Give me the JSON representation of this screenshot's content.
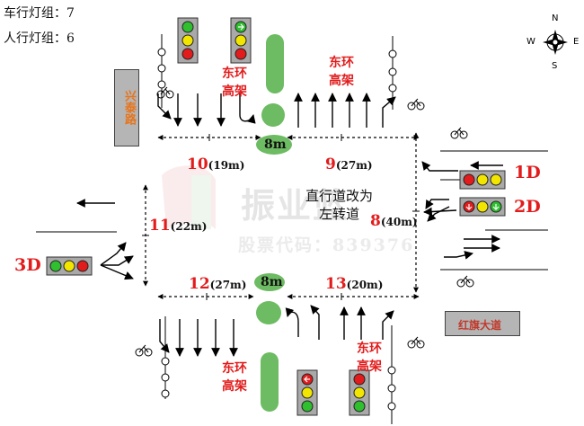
{
  "info": {
    "vehicle_groups": "车行灯组：7",
    "ped_groups": "人行灯组：6"
  },
  "roads": {
    "west": "兴泰路",
    "east": "红旗大道"
  },
  "ramp_label": "东环\n高架",
  "signal_groups": {
    "g1": "1D",
    "g2": "2D",
    "g3": "3D"
  },
  "crossings": [
    {
      "num": "10",
      "len": "(19m)"
    },
    {
      "num": "9",
      "len": "(27m)"
    },
    {
      "num": "11",
      "len": "(22m)"
    },
    {
      "num": "8",
      "len": "(40m)"
    },
    {
      "num": "12",
      "len": "(27m)"
    },
    {
      "num": "13",
      "len": "(20m)"
    }
  ],
  "island_top": "8m",
  "island_bottom": "8m",
  "note": "直行道改为\n左转道",
  "watermark": {
    "main": "振业蓝",
    "sub": "股票代码：839376"
  },
  "compass": {
    "n": "N",
    "s": "S",
    "e": "E",
    "w": "W"
  },
  "colors": {
    "red": "#e21c1c",
    "yellow": "#f2e600",
    "green": "#2fbf2f",
    "island": "#6dbb62",
    "label_red": "#e21c1c"
  }
}
